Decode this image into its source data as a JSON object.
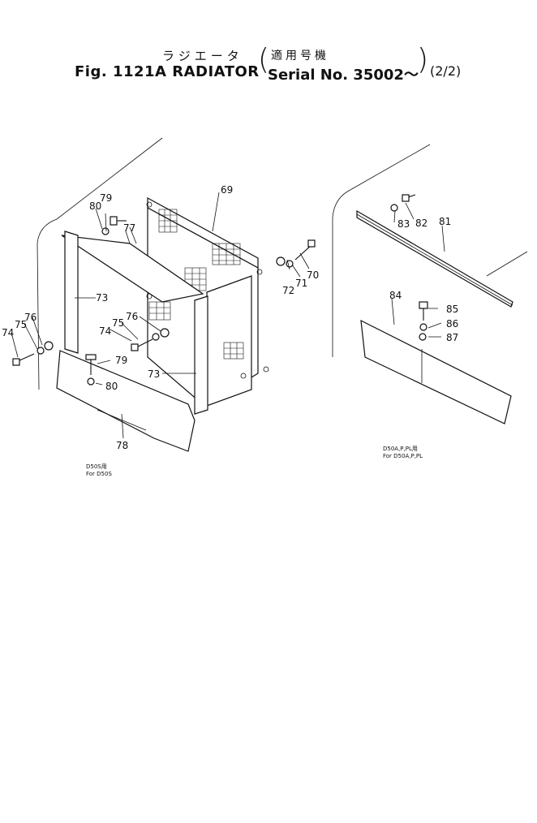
{
  "header": {
    "jp_title": "ラジエータ",
    "jp_serial": "適用号機",
    "fig_title": "Fig. 1121A  RADIATOR",
    "serial": "Serial No. 35002～",
    "page": "(2/2)"
  },
  "callouts": [
    "69",
    "70",
    "71",
    "72",
    "73",
    "73",
    "74",
    "74",
    "75",
    "75",
    "76",
    "76",
    "77",
    "78",
    "79",
    "79",
    "80",
    "80",
    "81",
    "82",
    "83",
    "84",
    "85",
    "86",
    "87"
  ],
  "notes": {
    "left_jp": "D50S用",
    "left_en": "For D50S",
    "right_jp": "D50A,P,PL用",
    "right_en": "For D50A,P,PL"
  }
}
